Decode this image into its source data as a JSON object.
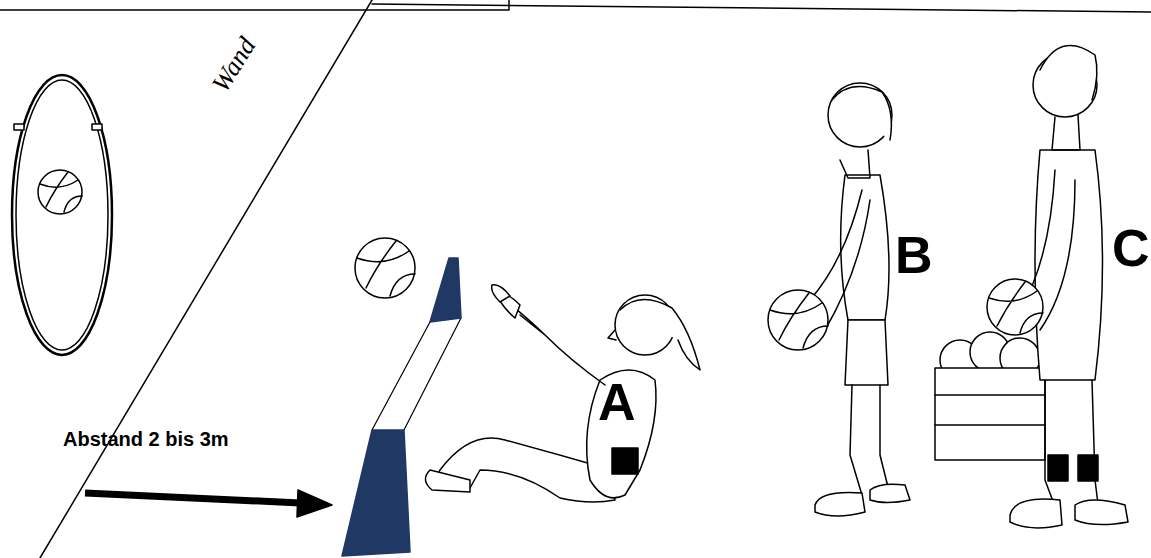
{
  "diagram": {
    "labels": [
      "Wand",
      "Abstand 2 bis 3m",
      "A",
      "B",
      "C"
    ]
  }
}
